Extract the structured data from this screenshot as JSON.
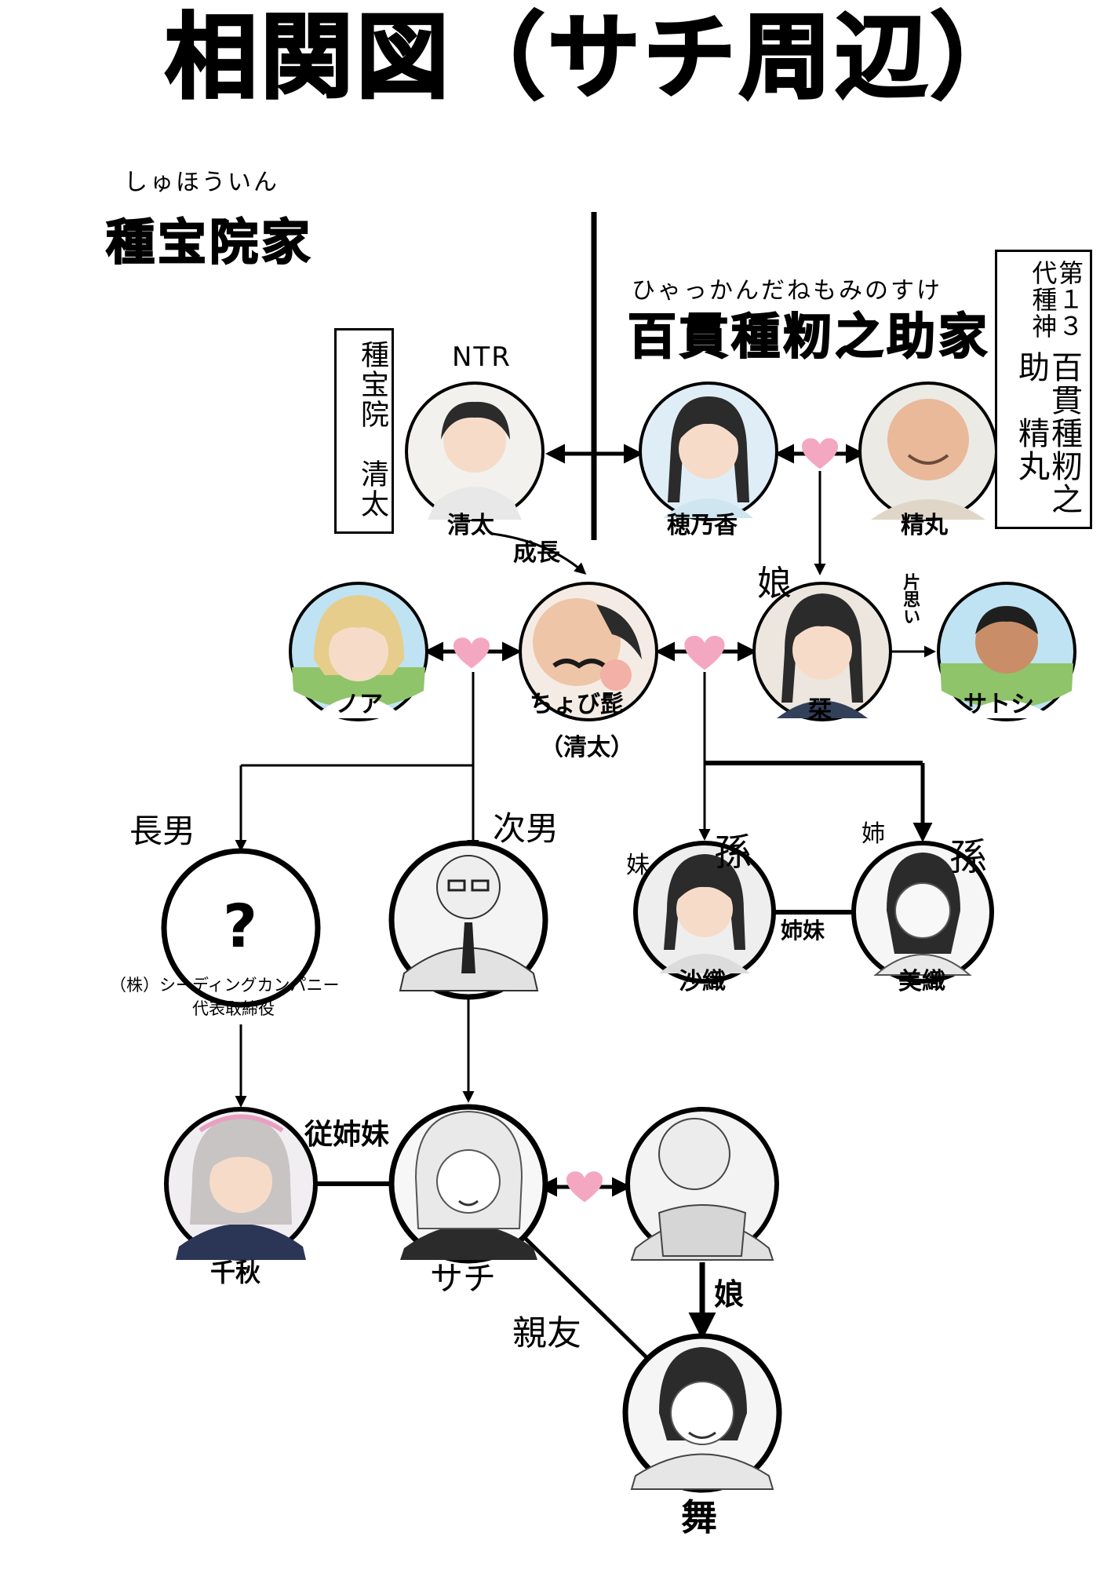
{
  "title": "相関図（サチ周辺）",
  "houses": {
    "left": {
      "ruby": "しゅほういん",
      "name": "種宝院家"
    },
    "right": {
      "ruby": "ひゃっかんだねもみのすけ",
      "name": "百貫種籾之助家"
    }
  },
  "boxes": {
    "left": "種宝院　清太",
    "right_line1": "第１３代種神",
    "right_line2": "百貫種籾之助　精丸"
  },
  "people": {
    "seita": "清太",
    "honoka": "穂乃香",
    "seimaru": "精丸",
    "noa": "ノア",
    "choubihige": "ちょび髭",
    "choubihige_sub": "（清太）",
    "kotoha": "栞",
    "satoshi": "サトシ",
    "eldest_unknown": "?",
    "eldest_company": "（株）シーディングカンパニー",
    "eldest_role": "代表取締役",
    "saori": "沙織",
    "miori": "美織",
    "chiaki": "千秋",
    "sachi": "サチ",
    "mai": "舞"
  },
  "labels": {
    "ntr": "NTR",
    "growth": "成長",
    "daughter1": "娘",
    "unrequited": "片思い",
    "eldest_son": "長男",
    "second_son": "次男",
    "saori_sister": "妹",
    "saori_grandchild": "孫",
    "miori_sister": "姉",
    "miori_grandchild": "孫",
    "sisters": "姉妹",
    "cousins": "従姉妹",
    "daughter2": "娘",
    "best_friend": "親友"
  },
  "colors": {
    "heart": "#f4a7c0",
    "line": "#000000",
    "avatar_bg": "#f1f1f1",
    "skin": "#f6dcc8",
    "hair_dark": "#2b2b2b",
    "hair_blonde": "#e6cd8c",
    "hair_gray": "#c9c4c4",
    "field": "#8fc46a",
    "sky": "#bfe3f2"
  }
}
